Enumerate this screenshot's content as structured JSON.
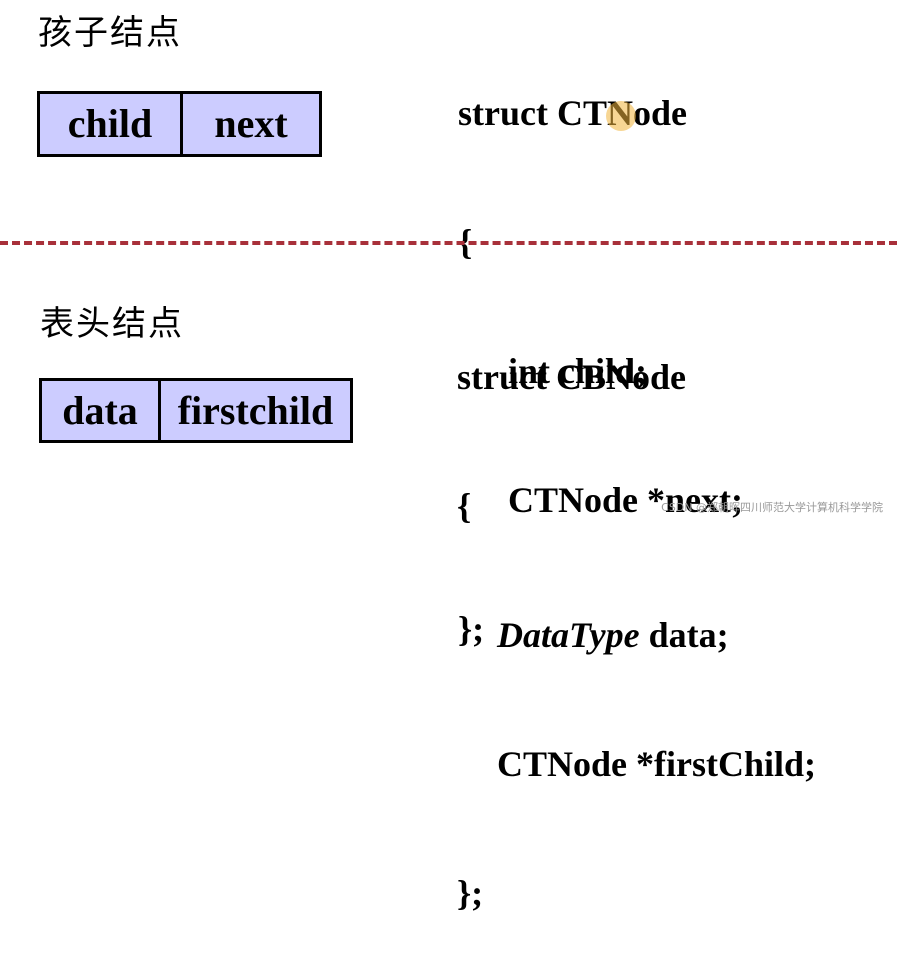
{
  "top": {
    "label": "孩子结点",
    "node_fields": [
      "child",
      "next"
    ],
    "code": {
      "line1": "struct CTNode",
      "open": "{",
      "field1": "int child;",
      "field2": "CTNode *next;",
      "close": "};"
    }
  },
  "bottom": {
    "label": "表头结点",
    "node_fields": [
      "data",
      "firstchild"
    ],
    "code": {
      "line1": "struct CBNode",
      "open": "{",
      "field1_type": "DataType",
      "field1_name": " data;",
      "field2": "CTNode *firstChild;",
      "close": "};"
    }
  },
  "watermark": "CSDN @郑朝晖四川师范大学计算机科学学院",
  "colors": {
    "node_fill": "#ccccff",
    "divider": "#a8303a"
  }
}
